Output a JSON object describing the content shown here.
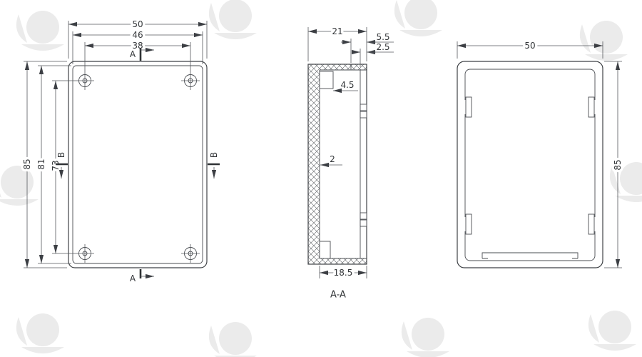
{
  "drawing": {
    "front_view": {
      "dim_top": [
        "50",
        "46",
        "38"
      ],
      "dim_left": [
        "85",
        "81",
        "73"
      ],
      "section_a_top": "A",
      "section_a_bottom": "A",
      "section_b_left": "B",
      "section_b_right": "B"
    },
    "section_view": {
      "dim_top_total": "21",
      "dim_lip": "5.5",
      "dim_lip_wall": "2.5",
      "dim_boss": "4.5",
      "dim_wall": "2",
      "dim_bottom_inner": "18.5",
      "title": "A-A"
    },
    "side_view": {
      "dim_top": "50",
      "dim_right": "85"
    },
    "colors": {
      "line": "#3f4246",
      "dim_line": "#55585c",
      "text": "#333639",
      "background": "#ffffff",
      "watermark": "#8a96a3"
    }
  }
}
